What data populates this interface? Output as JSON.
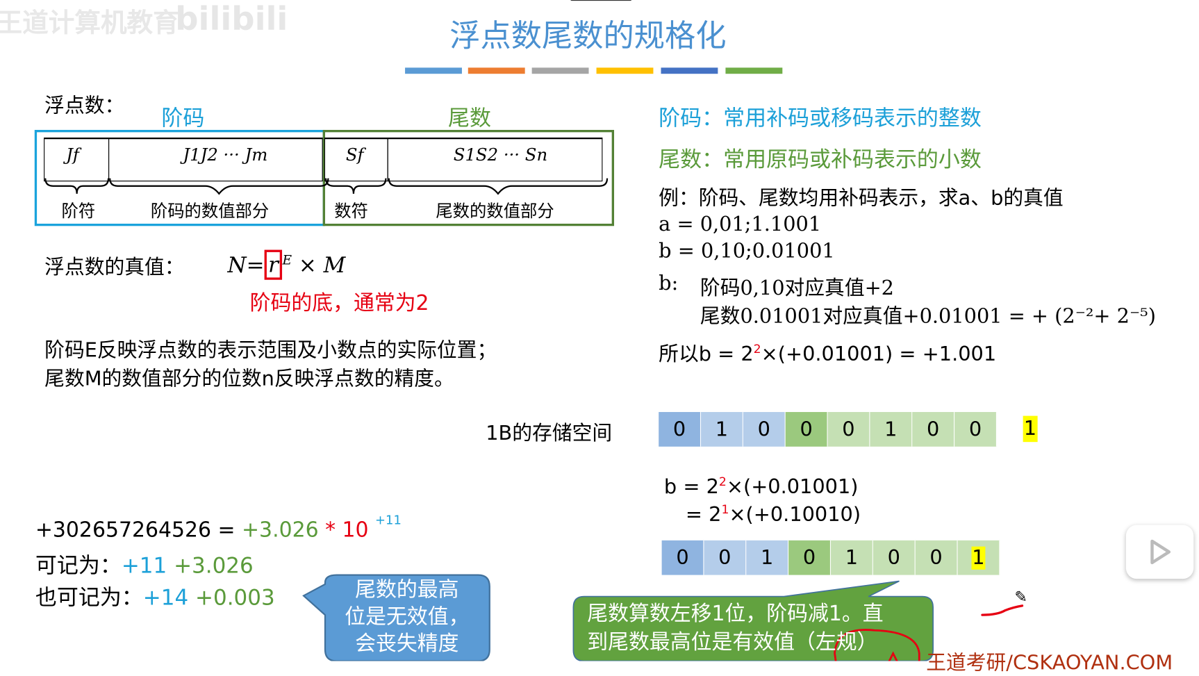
{
  "watermark": {
    "channel": "王道计算机教育",
    "platform": "bilibili",
    "site": "王道考研/CSKAOYAN.COM"
  },
  "title": "浮点数尾数的规格化",
  "colors": {
    "bars": [
      "#5b9bd5",
      "#ed7d31",
      "#a5a5a5",
      "#ffc000",
      "#4472c4",
      "#70ad47"
    ],
    "cyan": "#1ca0d8",
    "green": "#5a9a3a",
    "red": "#e60012"
  },
  "format": {
    "label": "浮点数：",
    "exponent_title": "阶码",
    "mantissa_title": "尾数",
    "cells": [
      "Jf",
      "J1J2 ··· Jm",
      "Sf",
      "S1S2 ··· Sn"
    ],
    "brace_labels": [
      "阶符",
      "阶码的数值部分",
      "数符",
      "尾数的数值部分"
    ]
  },
  "true_value": {
    "label": "浮点数的真值：",
    "formula_n": "N=",
    "formula_r": "r",
    "formula_e": "E",
    "formula_rest": " × M",
    "note": "阶码的底，通常为2"
  },
  "explain": {
    "line1": "阶码E反映浮点数的表示范围及小数点的实际位置；",
    "line2": "尾数M的数值部分的位数n反映浮点数的精度。"
  },
  "right": {
    "exp_desc": "阶码：常用补码或移码表示的整数",
    "man_desc": "尾数：常用原码或补码表示的小数",
    "example": "例：阶码、尾数均用补码表示，求a、b的真值",
    "a": "a = 0,01;1.1001",
    "b": "b = 0,10;0.01001",
    "b_label": "b:",
    "b_exp": "阶码0,10对应真值+2",
    "b_man": "尾数0.01001对应真值+0.01001 = + (2⁻²+ 2⁻⁵)",
    "so_pre": "所以b = 2",
    "so_sup": "2",
    "so_post": "×(+0.01001) = +1.001"
  },
  "storage": {
    "label": "1B的存储空间",
    "bits": [
      "0",
      "1",
      "0",
      "0",
      "0",
      "1",
      "0",
      "0"
    ],
    "overflow_bit": "1"
  },
  "normalize": {
    "l1_pre": "b = 2",
    "l1_sup": "2",
    "l1_post": "×(+0.01001)",
    "l2_pre": "= 2",
    "l2_sup": "1",
    "l2_post": "×(+0.10010)",
    "bits": [
      "0",
      "0",
      "1",
      "0",
      "1",
      "0",
      "0",
      "1"
    ]
  },
  "decimal": {
    "number": "+302657264526",
    "eq": " = ",
    "mant": "+3.026",
    "times": " * 10",
    "exp": "+11",
    "rec1_label": "可记为：",
    "rec1_exp": "+11",
    "rec1_man": "+3.026",
    "rec2_label": "也可记为：",
    "rec2_exp": "+14",
    "rec2_man": "+0.003"
  },
  "callout_blue": [
    "尾数的最高",
    "位是无效值，",
    "会丧失精度"
  ],
  "callout_green": [
    "尾数算数左移1位，阶码减1。直",
    "到尾数最高位是有效值（左规）"
  ]
}
